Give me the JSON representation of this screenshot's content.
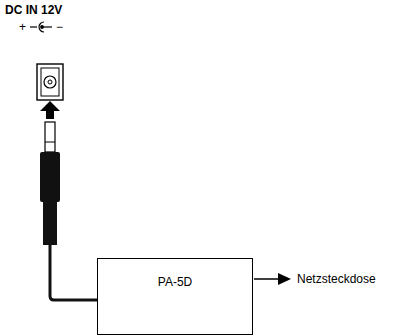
{
  "diagram": {
    "nodes": [
      {
        "text": [
          "PA-5D"
        ]
      }
    ],
    "labels": [
      "DC IN 12V",
      "+",
      "−",
      "Netzsteckdose"
    ]
  }
}
